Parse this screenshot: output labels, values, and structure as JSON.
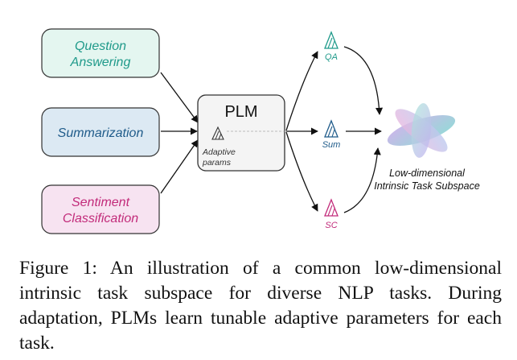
{
  "tasks": [
    {
      "line1": "Question",
      "line2": "Answering",
      "color": "#1f9a8a",
      "fill": "#e4f6f0"
    },
    {
      "line1": "Summarization",
      "line2": "",
      "color": "#1f5b8a",
      "fill": "#dce9f3"
    },
    {
      "line1": "Sentiment",
      "line2": "Classification",
      "color": "#c22b7a",
      "fill": "#f7e3f1"
    }
  ],
  "plm": {
    "title": "PLM",
    "adaptive_line1": "Adaptive",
    "adaptive_line2": "params"
  },
  "outputs": [
    {
      "label": "QA",
      "color": "#1f9a8a"
    },
    {
      "label": "Sum",
      "color": "#1f5b8a"
    },
    {
      "label": "SC",
      "color": "#c22b7a"
    }
  ],
  "subspace": {
    "line1": "Low-dimensional",
    "line2": "Intrinsic Task Subspace"
  },
  "caption": "Figure 1: An illustration of a common low-dimensional intrinsic task subspace for diverse NLP tasks. During adaptation, PLMs learn tunable adaptive parameters for each task."
}
